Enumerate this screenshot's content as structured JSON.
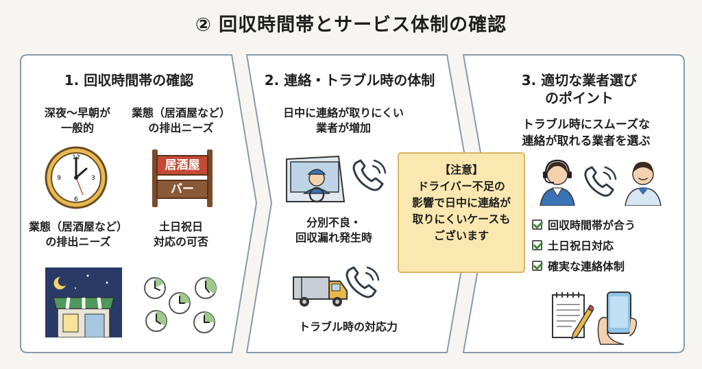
{
  "title": "② 回収時間帯とサービス体制の確認",
  "panel1": {
    "heading": "1. 回収時間帯の確認",
    "item1": [
      "深夜〜早朝が",
      "一般的"
    ],
    "item2": [
      "業態（居酒屋など）",
      "の排出ニーズ"
    ],
    "sign_top": "居酒屋",
    "sign_bottom": "バー",
    "item3": [
      "業態（居酒屋など）",
      "の排出ニーズ"
    ],
    "item4": [
      "土日祝日",
      "対応の可否"
    ]
  },
  "panel2": {
    "heading": "2. 連絡・トラブル時の体制",
    "item1": [
      "日中に連絡が取りにくい",
      "業者が増加"
    ],
    "item2": [
      "分別不良・",
      "回収漏れ発生時"
    ],
    "item3": "トラブル時の対応力",
    "caution": [
      "【注意】",
      "ドライバー不足の",
      "影響で日中に連絡が",
      "取りにくいケースも",
      "ございます"
    ]
  },
  "panel3": {
    "heading": [
      "3. 適切な業者選び",
      "のポイント"
    ],
    "subheading": [
      "トラブル時にスムーズな",
      "連絡が取れる業者を選ぶ"
    ],
    "checklist": [
      "回収時間帯が合う",
      "土日祝日対応",
      "確実な連絡体制"
    ]
  },
  "colors": {
    "panel_border": "#8a9aa8",
    "caution_bg": "#fbe8b0",
    "check": "#3f8a3a"
  }
}
